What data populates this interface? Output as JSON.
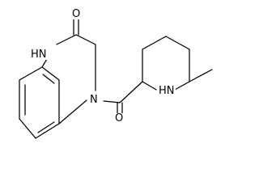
{
  "molecule": {
    "atoms": {
      "carbonyl_oxygen_top": "O",
      "amide_nh": "HN",
      "ring_n": "N",
      "carbonyl_oxygen_bottom": "O",
      "piperidine_nh": "HN"
    },
    "colors": {
      "bond": "#000000",
      "text": "#000000",
      "background": "#ffffff"
    }
  }
}
